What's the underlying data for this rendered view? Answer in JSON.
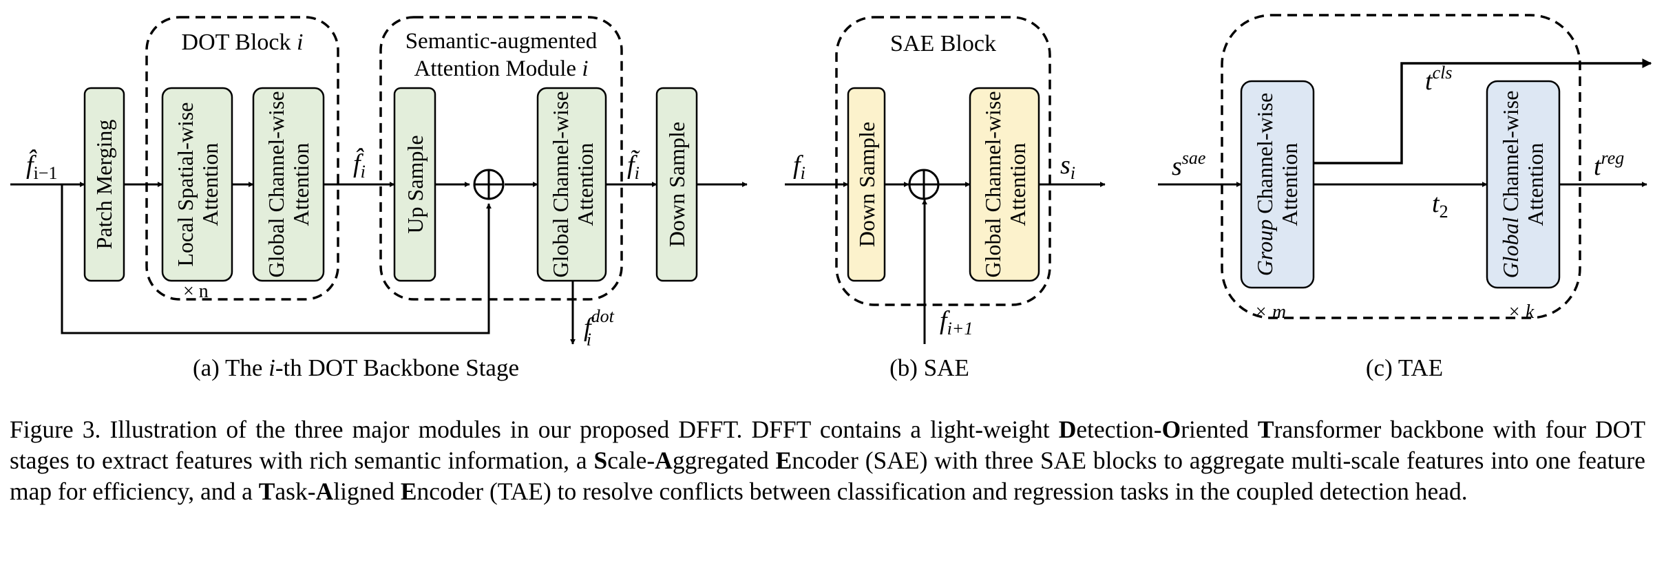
{
  "panel_a": {
    "dot_block_title": "DOT Block",
    "dot_block_index": "i",
    "sam_title_line1": "Semantic-augmented",
    "sam_title_line2": "Attention Module",
    "sam_index": "i",
    "patch_merging": "Patch Merging",
    "local_attn_1": "Local Spatial-wise",
    "local_attn_2": "Attention",
    "global_attn_1": "Global Channel-wise",
    "global_attn_2": "Attention",
    "up_sample": "Up Sample",
    "global_attn2_1": "Global Channel-wise",
    "global_attn2_2": "Attention",
    "down_sample": "Down Sample",
    "repeat_label": "× n",
    "input_var": "f̂",
    "input_sub": "i−1",
    "mid_var": "f̂",
    "mid_sub": "i",
    "out_var": "f̃",
    "out_sub": "i",
    "dot_var": "f",
    "dot_sub": "i",
    "dot_sup": "dot",
    "caption_pre": "(a) The ",
    "caption_i": "i",
    "caption_post": "-th DOT Backbone Stage"
  },
  "panel_b": {
    "block_title": "SAE Block",
    "down_sample": "Down Sample",
    "global_attn_1": "Global Channel-wise",
    "global_attn_2": "Attention",
    "input_var": "f",
    "input_sub": "i",
    "output_var": "s",
    "output_sub": "i",
    "bottom_var": "f",
    "bottom_sub": "i+1",
    "caption": "(b) SAE"
  },
  "panel_c": {
    "group_attn_it": "Group",
    "group_attn_rest": " Channel-wise",
    "group_attn_2": "Attention",
    "global_attn_it": "Global",
    "global_attn_rest": " Channel-wise",
    "global_attn_2": "Attention",
    "input_var": "s",
    "input_sup": "sae",
    "cls_var": "t",
    "cls_sup": "cls",
    "reg_var": "t",
    "reg_sup": "reg",
    "mid_var": "t",
    "mid_sub": "2",
    "repeat_m": "× m",
    "repeat_k": "× k",
    "caption": "(c) TAE"
  },
  "colors": {
    "green_fill": "#e3eedb",
    "yellow_fill": "#fcf2cc",
    "blue_fill": "#dde7f3",
    "stroke": "#000000"
  },
  "caption": {
    "fig_label": "Figure 3.",
    "s1": " Illustration of the three major modules in our proposed DFFT. DFFT contains a light-weight ",
    "D": "D",
    "s2": "etection-",
    "O": "O",
    "s3": "riented ",
    "T": "T",
    "s4": "ransformer backbone with four DOT stages to extract features with rich semantic information, a ",
    "S": "S",
    "s5": "cale-",
    "A": "A",
    "s6": "ggregated ",
    "E": "E",
    "s7": "ncoder (SAE) with three SAE blocks to aggregate multi-scale features into one feature map for efficiency, and a ",
    "T2": "T",
    "s8": "ask-",
    "A2": "A",
    "s9": "ligned ",
    "E2": "E",
    "s10": "ncoder (TAE) to resolve conflicts between classification and regression tasks in the coupled detection head."
  }
}
